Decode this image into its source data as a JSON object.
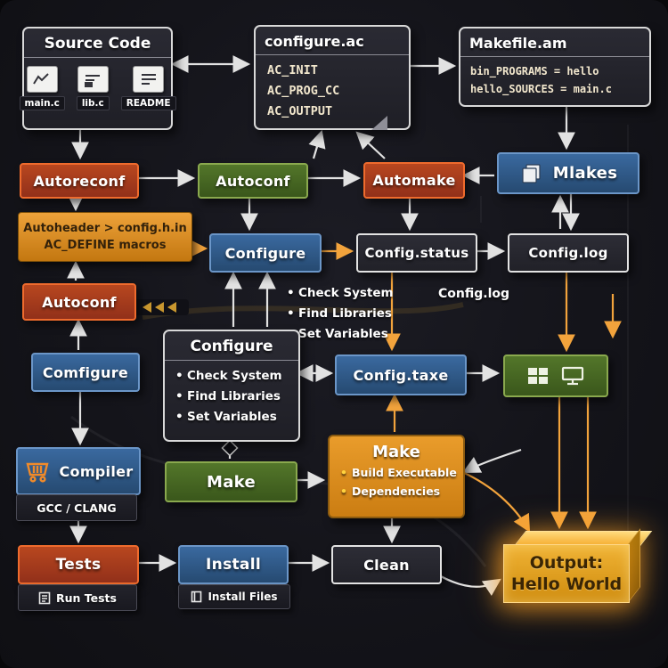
{
  "diagram": {
    "source_code": {
      "title": "Source Code",
      "files": [
        "main.c",
        "lib.c",
        "README"
      ]
    },
    "configure_ac": {
      "title": "configure.ac",
      "lines": [
        "AC_INIT",
        "AC_PROG_CC",
        "AC_OUTPUT"
      ]
    },
    "makefile_am": {
      "title": "Makefile.am",
      "lines": [
        "bin_PROGRAMS = hello",
        "hello_SOURCES = main.c"
      ]
    },
    "autoreconf": {
      "label": "Autoreconf"
    },
    "autoconf_top": {
      "label": "Autoconf"
    },
    "automake": {
      "label": "Automake"
    },
    "makefiles": {
      "label": "Mlakes"
    },
    "autoheader": {
      "line1": "Autoheader > config.h.in",
      "line2": "AC_DEFINE macros"
    },
    "configure_mid": {
      "label": "Configure"
    },
    "config_status": {
      "label": "Config.status"
    },
    "config_log_box": {
      "label": "Config.log"
    },
    "autoconf_left": {
      "label": "Autoconf"
    },
    "floating_checklist": {
      "items": [
        "Check System",
        "Find Libraries",
        "Set Variables"
      ]
    },
    "config_log_text": {
      "label": "Config.log"
    },
    "comfigure": {
      "label": "Comfigure"
    },
    "configure_panel": {
      "title": "Configure",
      "items": [
        "Check System",
        "Find Libraries",
        "Set Variables"
      ]
    },
    "config_taxe": {
      "label": "Config.taxe"
    },
    "compiler": {
      "label": "Compiler",
      "sub": "GCC / CLANG"
    },
    "make_step": {
      "label": "Make"
    },
    "make_panel": {
      "title": "Make",
      "items": [
        "Build Executable",
        "Dependencies"
      ]
    },
    "tests": {
      "label": "Tests",
      "sub": "Run Tests"
    },
    "install": {
      "label": "Install",
      "sub": "Install Files"
    },
    "clean": {
      "label": "Clean"
    },
    "output": {
      "line1": "Output:",
      "line2": "Hello World"
    }
  },
  "colors": {
    "background": "#15151b",
    "accent_orange": "#f2a33c",
    "box_red": "#a63a1c",
    "box_green": "#47661f",
    "box_blue": "#2f5c91",
    "box_dark": "#26262e",
    "output_gold": "#e3a01c",
    "arrow_white": "#e2e2e2"
  }
}
